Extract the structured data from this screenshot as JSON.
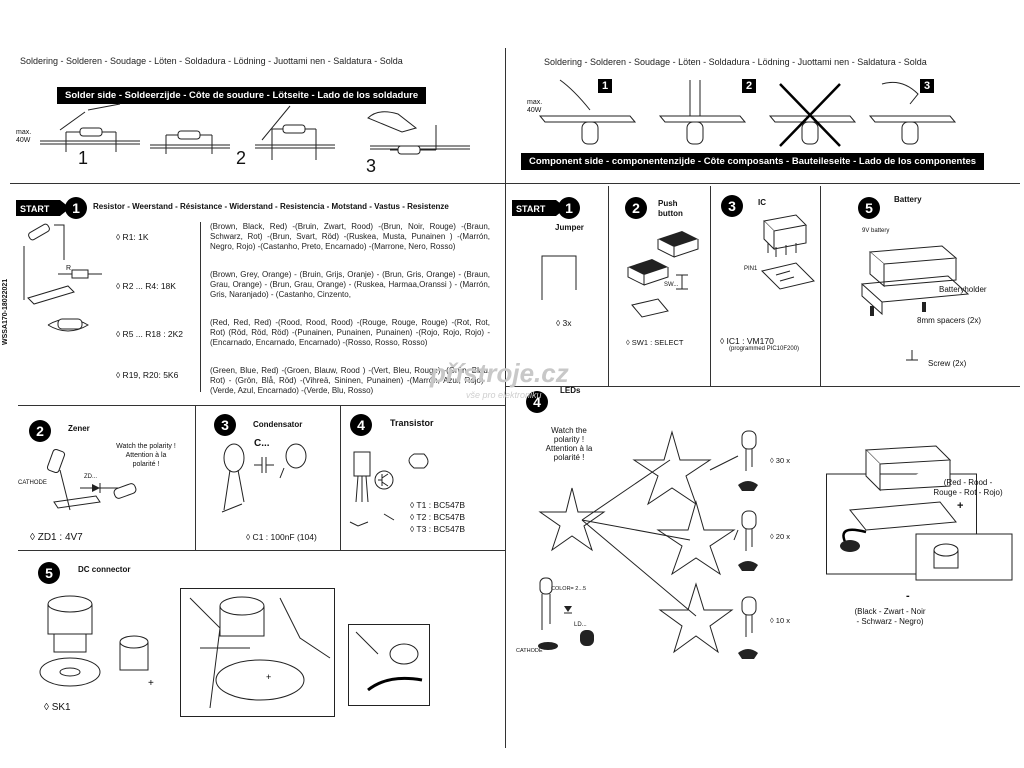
{
  "header": {
    "left": "Soldering - Solderen - Soudage - Löten - Soldadura - Lödning - Juottami nen - Saldatura - Solda",
    "right": "Soldering - Solderen - Soudage - Löten - Soldadura - Lödning - Juottami nen - Saldatura - Solda"
  },
  "solder_side": {
    "band": "Solder side - Soldeerzijde - Côte de soudure - Lötseite - Lado de los soldadure",
    "max_label": "max.",
    "max_watts": "40W",
    "steps": [
      "1",
      "2",
      "3"
    ]
  },
  "component_side": {
    "band": "Component side - componentenzijde - Côte composants - Bauteileseite - Lado de los componentes",
    "max_label": "max.",
    "max_watts": "40W",
    "steps": [
      "1",
      "2",
      "3"
    ]
  },
  "start_label": "START",
  "side_code": "WSSA170-18022021",
  "resistor": {
    "number": "1",
    "title": "Resistor - Weerstand - Résistance - Widerstand - Resistencia - Motstand - Vastus - Resistenze",
    "r_label": "R",
    "rows": [
      {
        "ref": "◊ R1: 1K",
        "colors": "(Brown, Black, Red) -(Bruin, Zwart, Rood) -(Brun, Noir, Rouge) -(Braun, Schwarz, Rot) -(Brun, Svart, Röd) -(Ruskea, Musta, Punainen ) -(Marrón, Negro, Rojo) -(Castanho, Preto, Encarnado) -(Marrone, Nero, Rosso)"
      },
      {
        "ref": "◊ R2 ... R4: 18K",
        "colors": "(Brown, Grey, Orange) - (Bruin, Grijs, Oranje) - (Brun, Gris, Orange) - (Braun, Grau, Orange) - (Brun, Grau, Orange) - (Ruskea, Harmaa,Oranssi ) - (Marrón, Gris, Naranjado) - (Castanho, Cinzento,"
      },
      {
        "ref": "◊ R5 ... R18 : 2K2",
        "colors": "(Red, Red, Red) -(Rood, Rood, Rood) -(Rouge, Rouge, Rouge) -(Rot, Rot, Rot) (Röd, Röd, Röd) -(Punainen, Punainen, Punainen) -(Rojo, Rojo, Rojo) -(Encarnado, Encarnado, Encarnado) -(Rosso, Rosso, Rosso)"
      },
      {
        "ref": "◊ R19, R20: 5K6",
        "colors": "(Green, Blue, Red) -(Groen, Blauw, Rood ) -(Vert, Bleu, Rouge) -(Grün, Blau, Rot) - (Grön, Blå, Röd) -(Vihreä, Sininen, Punainen) -(Marrón, Azul, Rojo) -(Verde, Azul, Encarnado) -(Verde, Blu, Rosso)"
      }
    ]
  },
  "zener": {
    "number": "2",
    "title": "Zener",
    "warning": [
      "Watch the polarity !",
      "Attention à la",
      "polarité !"
    ],
    "cathode": "CATHODE",
    "zd": "ZD...",
    "ref": "◊ ZD1 : 4V7"
  },
  "condensator": {
    "number": "3",
    "title": "Condensator",
    "symbol": "C...",
    "ref": "◊ C1 : 100nF (104)"
  },
  "transistor": {
    "number": "4",
    "title": "Transistor",
    "refs": [
      "◊  T1 : BC547B",
      "◊  T2 : BC547B",
      "◊  T3 : BC547B"
    ]
  },
  "dc_connector": {
    "number": "5",
    "title": "DC connector",
    "ref": "◊    SK1"
  },
  "jumper": {
    "number": "1",
    "title": "Jumper",
    "qty": "◊ 3x"
  },
  "push_button": {
    "number": "2",
    "title": [
      "Push",
      "button"
    ],
    "sw": "SW...",
    "ref": "◊ SW1 : SELECT"
  },
  "ic": {
    "number": "3",
    "title": "IC",
    "pin": "PIN1",
    "ref": "◊ IC1 : VM170",
    "note": "(programmed PIC10F200)"
  },
  "battery": {
    "number": "5",
    "title": "Battery",
    "battery_label": "9V battery",
    "holder": "Batteryholder",
    "spacers": "8mm spacers (2x)",
    "screw": "Screw (2x)",
    "red_wire": [
      "(Red - Rood -",
      "Rouge - Rot - Rojo)"
    ],
    "black_wire": [
      "(Black - Zwart - Noir",
      "- Schwarz - Negro)"
    ],
    "plus": "+",
    "minus": "-"
  },
  "leds": {
    "number": "4",
    "title": "LEDs",
    "warning": [
      "Watch the",
      "polarity !",
      "Attention à la",
      "polarité !"
    ],
    "color_label": "COLOR= 2...5",
    "ld": "LD...",
    "cathode": "CATHODE",
    "qtys": [
      "◊ 30 x",
      "◊ 20 x",
      "◊ 10 x"
    ]
  },
  "watermark": {
    "main": "přístroje.cz",
    "sub": "vše pro elektroniku"
  }
}
